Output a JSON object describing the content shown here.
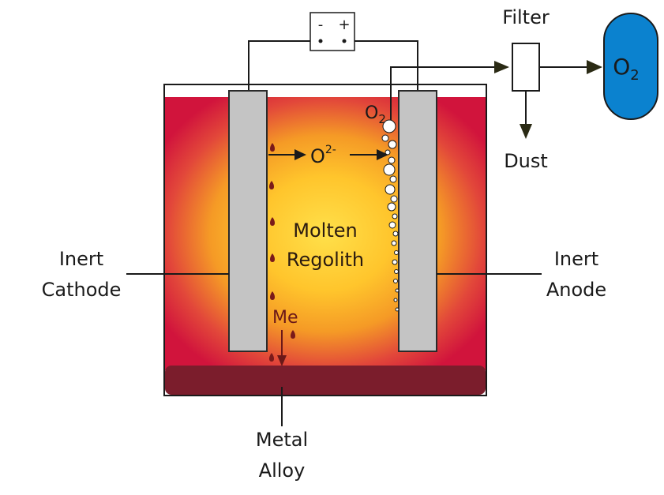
{
  "labels": {
    "power_minus": "-",
    "power_plus": "+",
    "filter": "Filter",
    "oxygen_base": "O",
    "oxygen_sub": "2",
    "dust": "Dust",
    "o2_bubbles_base": "O",
    "o2_bubbles_sub": "2",
    "oxide_ion_base": "O",
    "oxide_ion_sup": "2-",
    "molten_line1": "Molten",
    "molten_line2": "Regolith",
    "cathode_line1": "Inert",
    "cathode_line2": "Cathode",
    "anode_line1": "Inert",
    "anode_line2": "Anode",
    "metal_symbol": "Me",
    "alloy_line1": "Metal",
    "alloy_line2": "Alloy"
  },
  "colors": {
    "melt_core": "#ffd23a",
    "melt_mid": "#f5a623",
    "melt_edge": "#d4143c",
    "metal_alloy": "#7b1d2c",
    "electrode": "#c4c4c4",
    "oxygen_tank": "#0b82cf",
    "metal_drop": "#7a1a1a"
  }
}
